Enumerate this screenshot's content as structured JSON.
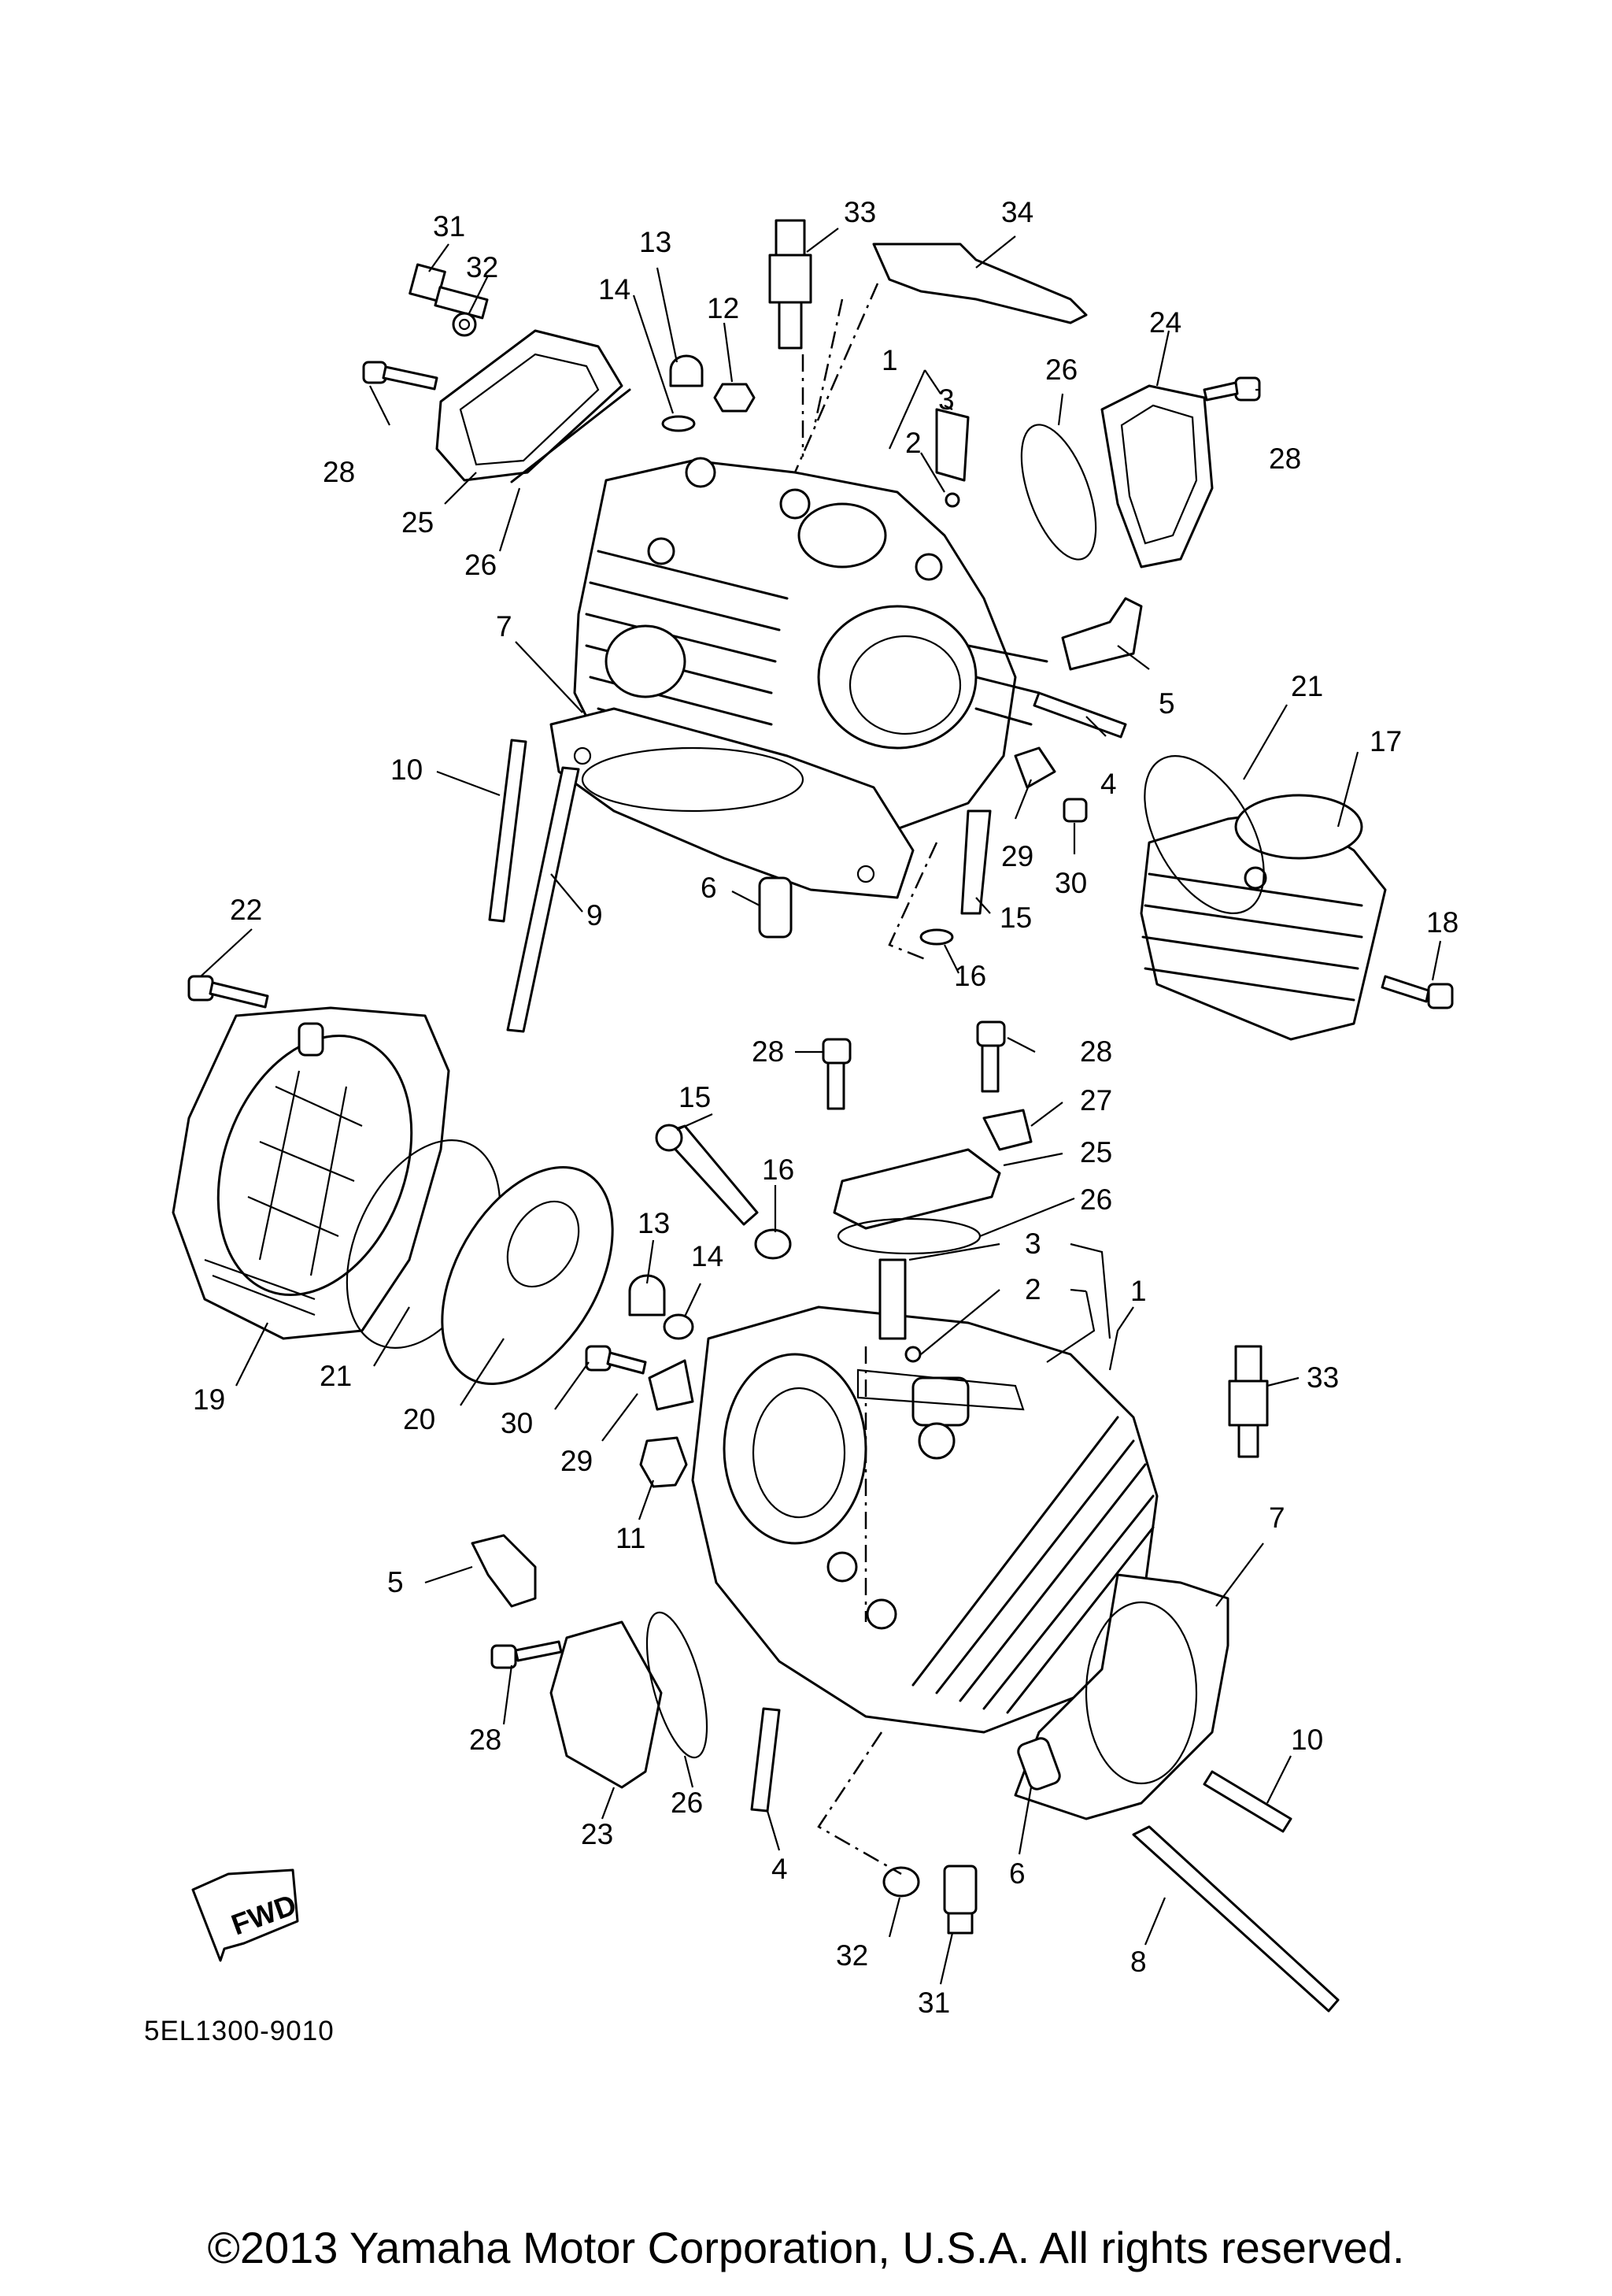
{
  "diagram_code": "5EL1300-9010",
  "copyright": "©2013 Yamaha Motor Corporation, U.S.A. All rights reserved.",
  "fwd_label": "FWD",
  "callouts": [
    {
      "id": "c31a",
      "text": "31"
    },
    {
      "id": "c32a",
      "text": "32"
    },
    {
      "id": "c13a",
      "text": "13"
    },
    {
      "id": "c14a",
      "text": "14"
    },
    {
      "id": "c12a",
      "text": "12"
    },
    {
      "id": "c33a",
      "text": "33"
    },
    {
      "id": "c34a",
      "text": "34"
    },
    {
      "id": "c1a",
      "text": "1"
    },
    {
      "id": "c3a",
      "text": "3"
    },
    {
      "id": "c2a",
      "text": "2"
    },
    {
      "id": "c26a",
      "text": "26"
    },
    {
      "id": "c24a",
      "text": "24"
    },
    {
      "id": "c28a",
      "text": "28"
    },
    {
      "id": "c28b",
      "text": "28"
    },
    {
      "id": "c25a",
      "text": "25"
    },
    {
      "id": "c26b",
      "text": "26"
    },
    {
      "id": "c7a",
      "text": "7"
    },
    {
      "id": "c5a",
      "text": "5"
    },
    {
      "id": "c21a",
      "text": "21"
    },
    {
      "id": "c4a",
      "text": "4"
    },
    {
      "id": "c17a",
      "text": "17"
    },
    {
      "id": "c10a",
      "text": "10"
    },
    {
      "id": "c29a",
      "text": "29"
    },
    {
      "id": "c30a",
      "text": "30"
    },
    {
      "id": "c9a",
      "text": "9"
    },
    {
      "id": "c6a",
      "text": "6"
    },
    {
      "id": "c15a",
      "text": "15"
    },
    {
      "id": "c18a",
      "text": "18"
    },
    {
      "id": "c16a",
      "text": "16"
    },
    {
      "id": "c22a",
      "text": "22"
    },
    {
      "id": "c28c",
      "text": "28"
    },
    {
      "id": "c28d",
      "text": "28"
    },
    {
      "id": "c27a",
      "text": "27"
    },
    {
      "id": "c15b",
      "text": "15"
    },
    {
      "id": "c25b",
      "text": "25"
    },
    {
      "id": "c16b",
      "text": "16"
    },
    {
      "id": "c26c",
      "text": "26"
    },
    {
      "id": "c13b",
      "text": "13"
    },
    {
      "id": "c3b",
      "text": "3"
    },
    {
      "id": "c14b",
      "text": "14"
    },
    {
      "id": "c2b",
      "text": "2"
    },
    {
      "id": "c1b",
      "text": "1"
    },
    {
      "id": "c21b",
      "text": "21"
    },
    {
      "id": "c33b",
      "text": "33"
    },
    {
      "id": "c19a",
      "text": "19"
    },
    {
      "id": "c20a",
      "text": "20"
    },
    {
      "id": "c30b",
      "text": "30"
    },
    {
      "id": "c29b",
      "text": "29"
    },
    {
      "id": "c11a",
      "text": "11"
    },
    {
      "id": "c5b",
      "text": "5"
    },
    {
      "id": "c7b",
      "text": "7"
    },
    {
      "id": "c28e",
      "text": "28"
    },
    {
      "id": "c26d",
      "text": "26"
    },
    {
      "id": "c23a",
      "text": "23"
    },
    {
      "id": "c10b",
      "text": "10"
    },
    {
      "id": "c4b",
      "text": "4"
    },
    {
      "id": "c6b",
      "text": "6"
    },
    {
      "id": "c32b",
      "text": "32"
    },
    {
      "id": "c8a",
      "text": "8"
    },
    {
      "id": "c31b",
      "text": "31"
    }
  ]
}
